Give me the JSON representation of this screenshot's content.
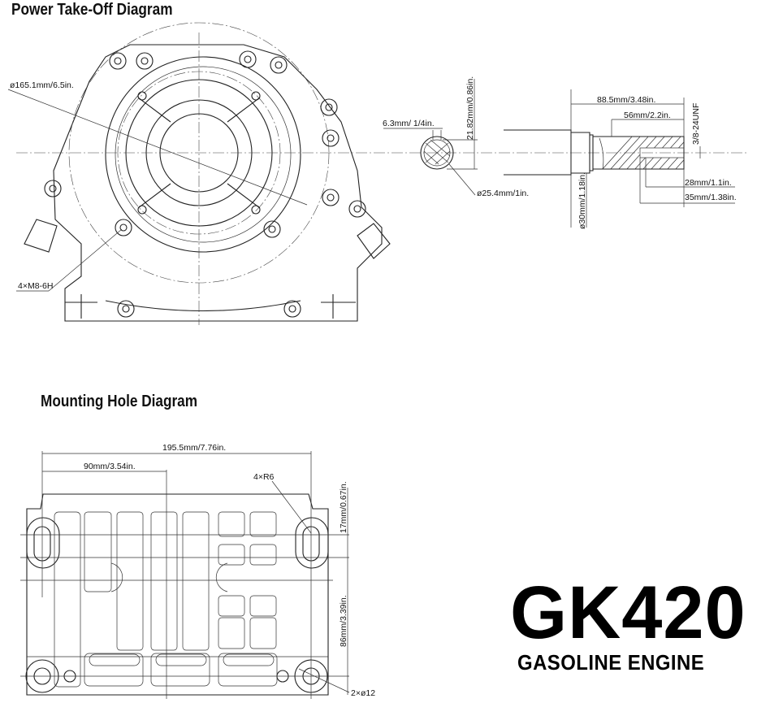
{
  "pto": {
    "title": "Power Take-Off Diagram",
    "labels": {
      "crank_dia": "ø165.1mm/6.5in.",
      "bolts": "4×M8-6H",
      "key_width": "6.3mm/ 1/4in.",
      "key_height": "21.82mm/0.86in.",
      "shaft_dia": "ø25.4mm/1in.",
      "shaft_length": "88.5mm/3.48in.",
      "keyway_length": "56mm/2.2in.",
      "thread": "3/8-24UNF",
      "base_dia": "ø30mm/1.18in.",
      "thread_depth": "28mm/1.1in.",
      "hole_depth": "35mm/1.38in."
    }
  },
  "mounting": {
    "title": "Mounting Hole Diagram",
    "labels": {
      "width": "195.5mm/7.76in.",
      "half_width": "90mm/3.54in.",
      "slot_radius": "4×R6",
      "slot_offset": "17mm/0.67in.",
      "depth": "86mm/3.39in.",
      "holes": "2×ø12"
    }
  },
  "product": {
    "model": "GK420",
    "type": "GASOLINE ENGINE"
  }
}
